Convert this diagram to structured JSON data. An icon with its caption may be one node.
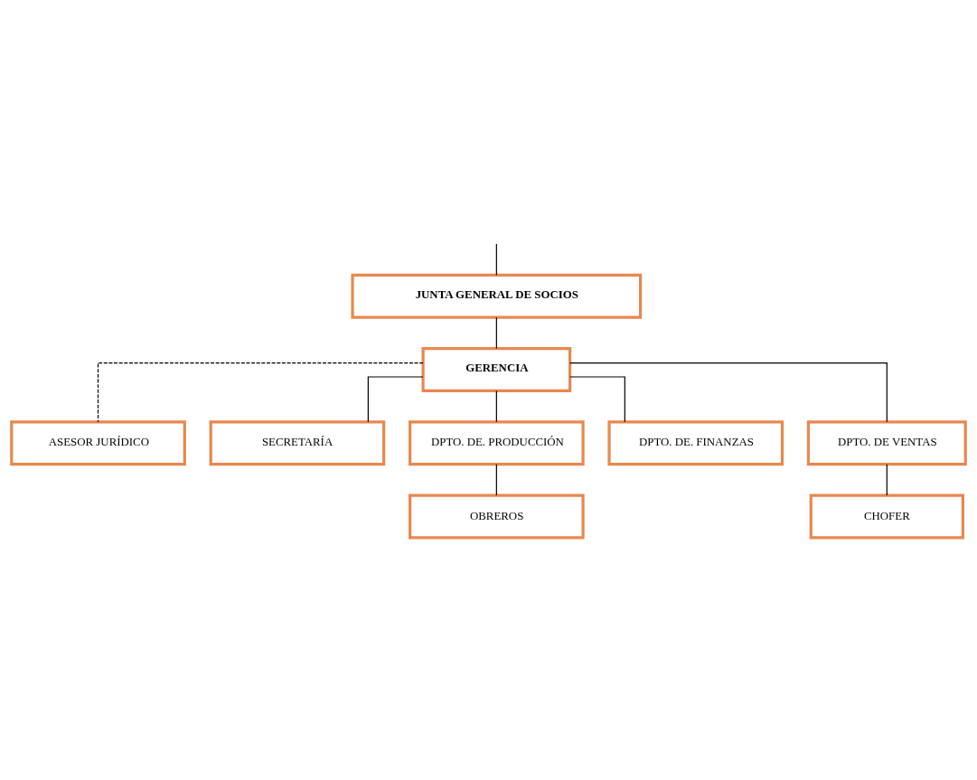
{
  "diagram": {
    "nodes": [
      {
        "text": [
          "JUNTA GENERAL DE SOCIOS"
        ]
      },
      {
        "text": [
          "GERENCIA"
        ]
      },
      {
        "text": [
          "ASESOR JURÍDICO"
        ]
      },
      {
        "text": [
          "SECRETARÍA"
        ]
      },
      {
        "text": [
          "DPTO. DE. PRODUCCIÓN"
        ]
      },
      {
        "text": [
          "DPTO. DE. FINANZAS"
        ]
      },
      {
        "text": [
          "DPTO. DE VENTAS"
        ]
      },
      {
        "text": [
          "OBREROS"
        ]
      },
      {
        "text": [
          "CHOFER"
        ]
      }
    ],
    "edges": [
      {
        "from": null,
        "to": 0,
        "arrow": "none"
      },
      {
        "from": 0,
        "to": 1,
        "arrow": "none"
      },
      {
        "from": 1,
        "to": 2,
        "arrow": "none",
        "style": "dashed"
      },
      {
        "from": 1,
        "to": 3,
        "arrow": "none"
      },
      {
        "from": 1,
        "to": 4,
        "arrow": "none"
      },
      {
        "from": 1,
        "to": 5,
        "arrow": "none"
      },
      {
        "from": 1,
        "to": 6,
        "arrow": "none"
      },
      {
        "from": 4,
        "to": 7,
        "arrow": "none"
      },
      {
        "from": 6,
        "to": 8,
        "arrow": "none"
      }
    ]
  }
}
